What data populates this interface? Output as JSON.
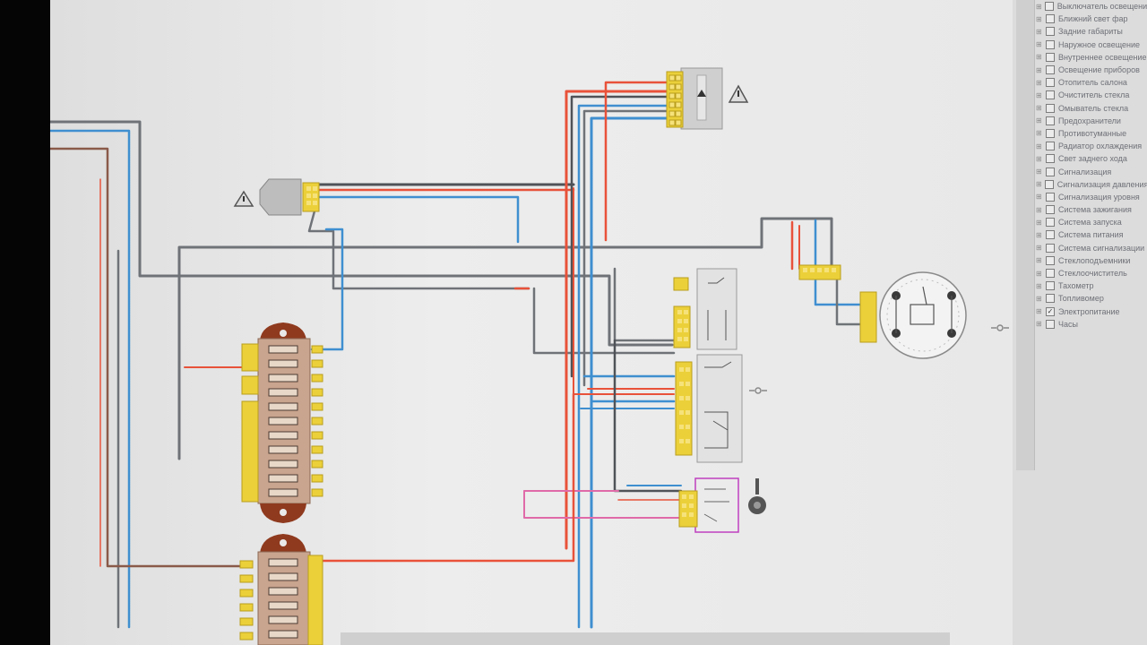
{
  "window": {
    "title": ""
  },
  "layers_panel": {
    "items": [
      {
        "label": "Выключатель освещения",
        "checked": false
      },
      {
        "label": "Ближний свет фар",
        "checked": false
      },
      {
        "label": "Задние габариты",
        "checked": false
      },
      {
        "label": "Наружное освещение",
        "checked": false
      },
      {
        "label": "Внутреннее освещение",
        "checked": false
      },
      {
        "label": "Освещение приборов",
        "checked": false
      },
      {
        "label": "Отопитель салона",
        "checked": false
      },
      {
        "label": "Очиститель стекла",
        "checked": false
      },
      {
        "label": "Омыватель стекла",
        "checked": false
      },
      {
        "label": "Предохранители",
        "checked": false
      },
      {
        "label": "Противотуманные",
        "checked": false
      },
      {
        "label": "Радиатор охлаждения",
        "checked": false
      },
      {
        "label": "Свет заднего хода",
        "checked": false
      },
      {
        "label": "Сигнализация",
        "checked": false
      },
      {
        "label": "Сигнализация давления",
        "checked": false
      },
      {
        "label": "Сигнализация уровня",
        "checked": false
      },
      {
        "label": "Система зажигания",
        "checked": false
      },
      {
        "label": "Система запуска",
        "checked": false
      },
      {
        "label": "Система питания",
        "checked": false
      },
      {
        "label": "Система сигнализации",
        "checked": false
      },
      {
        "label": "Стеклоподъемники",
        "checked": false
      },
      {
        "label": "Стеклоочиститель",
        "checked": false
      },
      {
        "label": "Тахометр",
        "checked": false
      },
      {
        "label": "Топливомер",
        "checked": false
      },
      {
        "label": "Электропитание",
        "checked": true
      },
      {
        "label": "Часы",
        "checked": false
      }
    ]
  },
  "colors": {
    "background": "#e9e9e9",
    "wire_red": "#e8523a",
    "wire_blue": "#3f8fd0",
    "wire_gray": "#6f7378",
    "wire_brown": "#8a5a4a",
    "wire_pink": "#e06aa8",
    "connector_yellow": "#ecd03a",
    "fuse_block_body": "#c9a48e",
    "fuse_block_cap": "#8f3a1e",
    "switch_outline": "#9a9a9a",
    "ignition_outline": "#c040c0"
  },
  "icons": {
    "warning": "warning-triangle-icon",
    "key": "ignition-key-icon",
    "lamp": "lamp-icon",
    "gauge": "instrument-gauge-icon"
  }
}
